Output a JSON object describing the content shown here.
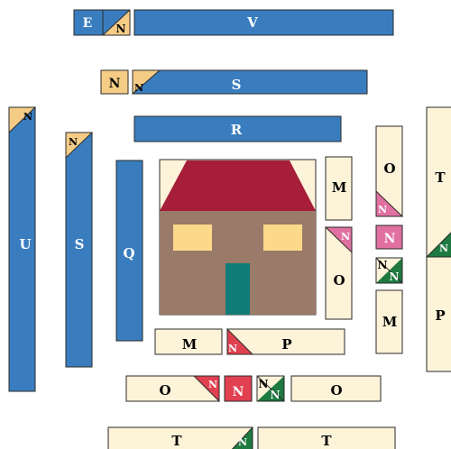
{
  "colors": {
    "blue": "#3a7dbf",
    "cream": "#fdf3d8",
    "tan": "#f5cc86",
    "pink": "#e070a0",
    "red": "#e04050",
    "green": "#1e7a40",
    "roof": "#a61e3a",
    "wall": "#9a7a68",
    "window": "#fcd98a",
    "door": "#0f7c78",
    "outline": "#2a2a2a"
  },
  "house": {
    "name": "house-picture"
  },
  "pieces": [
    {
      "id": "E",
      "label": "E",
      "fill": "blue"
    },
    {
      "id": "N-e",
      "label": "N",
      "fill": "blue",
      "split": "tan"
    },
    {
      "id": "V",
      "label": "V",
      "fill": "blue"
    },
    {
      "id": "N-tan",
      "label": "N",
      "fill": "tan"
    },
    {
      "id": "S-top",
      "label": "S",
      "fill": "blue",
      "corner": "tan",
      "cornerLabel": "N"
    },
    {
      "id": "R",
      "label": "R",
      "fill": "blue"
    },
    {
      "id": "U",
      "label": "U",
      "fill": "blue",
      "corner": "tan",
      "cornerLabel": "N"
    },
    {
      "id": "S-left",
      "label": "S",
      "fill": "blue",
      "corner": "tan",
      "cornerLabel": "N"
    },
    {
      "id": "Q",
      "label": "Q",
      "fill": "blue"
    },
    {
      "id": "M-top",
      "label": "M",
      "fill": "cream"
    },
    {
      "id": "O-mid",
      "label": "O",
      "fill": "cream",
      "corner": "pink",
      "cornerLabel": "N"
    },
    {
      "id": "O-right",
      "label": "O",
      "fill": "cream",
      "corner": "pink",
      "cornerLabel": "N"
    },
    {
      "id": "N-pink",
      "label": "N",
      "fill": "pink"
    },
    {
      "id": "N-green-right",
      "label": "N",
      "fill": "cream",
      "split": "green",
      "splitLabel": "N"
    },
    {
      "id": "M-right",
      "label": "M",
      "fill": "cream"
    },
    {
      "id": "T-right",
      "label": "T",
      "fill": "cream",
      "corner": "green",
      "cornerLabel": "N"
    },
    {
      "id": "P-right",
      "label": "P",
      "fill": "cream"
    },
    {
      "id": "M-bottom",
      "label": "M",
      "fill": "cream"
    },
    {
      "id": "P-bottom",
      "label": "P",
      "fill": "cream",
      "corner": "red",
      "cornerLabel": "N"
    },
    {
      "id": "O-bottom-left",
      "label": "O",
      "fill": "cream",
      "corner": "red",
      "cornerLabel": "N"
    },
    {
      "id": "N-red",
      "label": "N",
      "fill": "red"
    },
    {
      "id": "N-green-bottom",
      "label": "N",
      "fill": "cream",
      "split": "green",
      "splitLabel": "N"
    },
    {
      "id": "O-bottom-right",
      "label": "O",
      "fill": "cream"
    },
    {
      "id": "T-bottom-left",
      "label": "T",
      "fill": "cream",
      "corner": "green",
      "cornerLabel": "N"
    },
    {
      "id": "T-bottom-right",
      "label": "T",
      "fill": "cream"
    }
  ]
}
